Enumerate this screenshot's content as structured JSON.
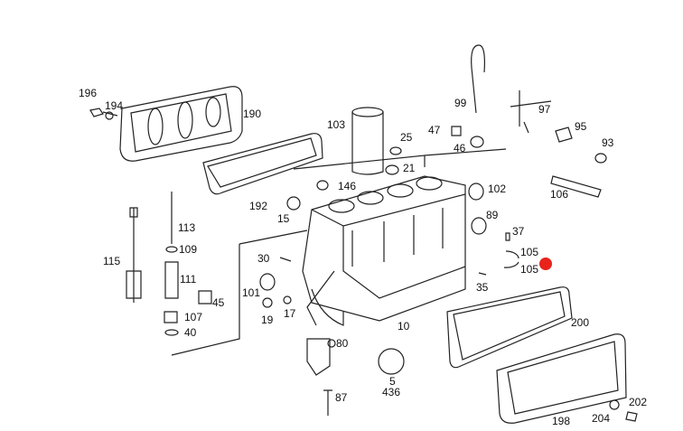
{
  "labels": {
    "l196": "196",
    "l194": "194",
    "l190": "190",
    "l103": "103",
    "l25": "25",
    "l47": "47",
    "l99": "99",
    "l97": "97",
    "l95": "95",
    "l93": "93",
    "l46": "46",
    "l21": "21",
    "l146": "146",
    "l192": "192",
    "l15": "15",
    "l102": "102",
    "l106": "106",
    "l89": "89",
    "l37": "37",
    "l113": "113",
    "l109": "109",
    "l115": "115",
    "l111": "111",
    "l30": "30",
    "l45": "45",
    "l105a": "105",
    "l105b": "105",
    "l101": "101",
    "l35": "35",
    "l19": "19",
    "l17": "17",
    "l107": "107",
    "l40": "40",
    "l10": "10",
    "l200": "200",
    "l80": "80",
    "l5": "5",
    "l436": "436",
    "l87": "87",
    "l198": "198",
    "l204": "204",
    "l202": "202"
  },
  "colors": {
    "marker": "#e8231b",
    "line": "#222222"
  }
}
